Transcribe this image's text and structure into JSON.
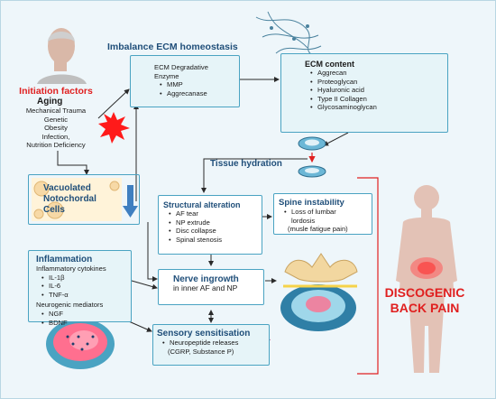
{
  "header": {
    "title": "Imbalance ECM homeostasis"
  },
  "initiation": {
    "title": "Initiation factors",
    "aging": "Aging",
    "factors": [
      "Mechanical Trauma",
      "Genetic",
      "Obesity",
      "Infection,",
      "Nutrition Deficiency"
    ]
  },
  "ecm_degradative": {
    "title_line1": "ECM Degradative",
    "title_line2": "Enzyme",
    "items": [
      "MMP",
      "Aggrecanase"
    ]
  },
  "ecm_content": {
    "title": "ECM content",
    "items": [
      "Aggrecan",
      "Proteoglycan",
      "Hyaluronic acid",
      "Type II Collagen",
      "Glycosaminoglycan"
    ]
  },
  "tissue_hydration": {
    "label": "Tissue hydration"
  },
  "notochordal": {
    "line1": "Vacuolated",
    "line2": "Notochordal",
    "line3": "Cells"
  },
  "structural": {
    "title": "Structural alteration",
    "items": [
      "AF tear",
      "NP extrude",
      "Disc collapse",
      "Spinal stenosis"
    ]
  },
  "spine": {
    "title": "Spine instability",
    "items": [
      "Loss of lumbar",
      "lordosis",
      "(musle fatigue pain)"
    ]
  },
  "inflammation": {
    "title": "Inflammation",
    "cytokines_title": "Inflammatory cytokines",
    "cytokines": [
      "IL-1β",
      "IL-6",
      "TNF-α"
    ],
    "mediators_title": "Neurogenic mediators",
    "mediators": [
      "NGF",
      "BDNF"
    ]
  },
  "nerve": {
    "line1": "Nerve ingrowth",
    "line2": "in inner AF and NP"
  },
  "sensory": {
    "title": "Sensory sensitisation",
    "items": [
      "Neuropeptide releases",
      "(CGRP, Substance P)"
    ]
  },
  "discogenic": {
    "line1": "DISCOGENIC",
    "line2": "BACK PAIN"
  },
  "colors": {
    "up_arrow": "#b8548f",
    "down_arrow": "#3f7fc0",
    "flow_line": "#2a2a2a",
    "accent_red": "#e02020",
    "box_border": "#4aa3c2"
  }
}
